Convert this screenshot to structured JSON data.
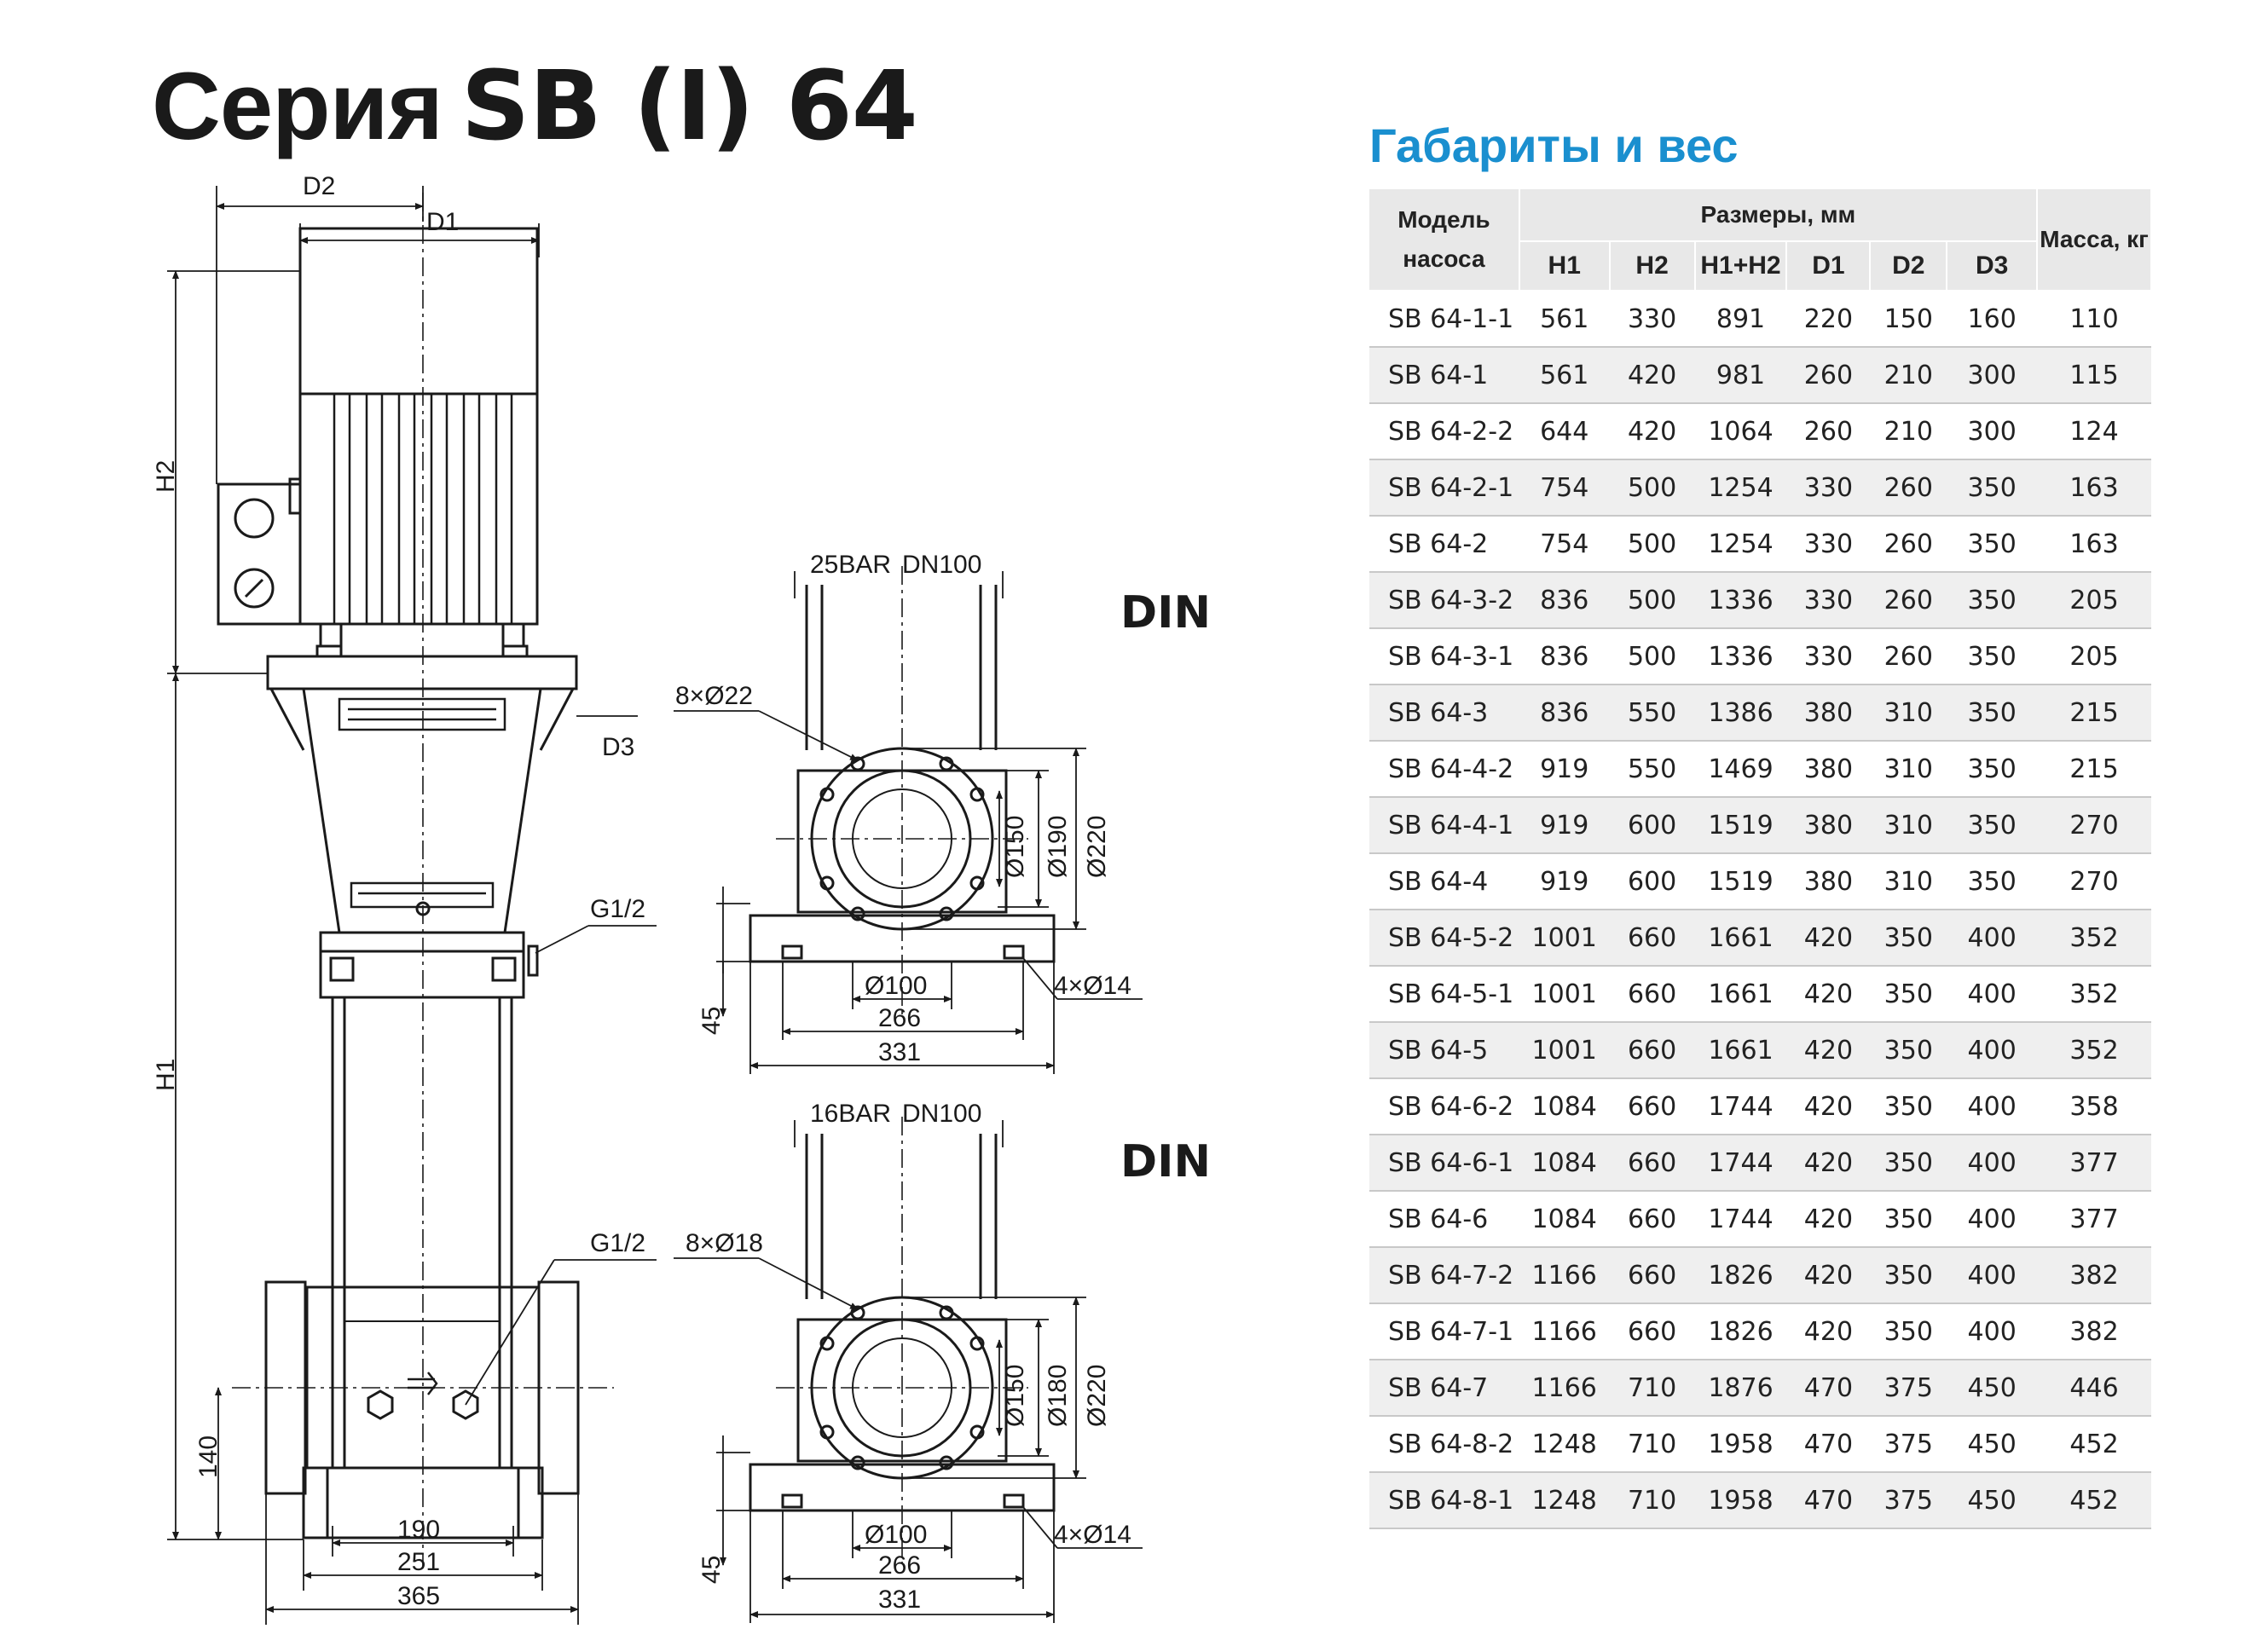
{
  "page": {
    "title_prefix": "Серия",
    "title_model": "SB (I) 64",
    "section_title": "Габариты и вес"
  },
  "drawing": {
    "left_labels": {
      "d2": "D2",
      "d1": "D1",
      "d3": "D3",
      "h2": "H2",
      "h1": "H1",
      "g1": "G1/2",
      "g2": "G1/2",
      "h140": "140",
      "w190": "190",
      "w251": "251",
      "w365": "365"
    },
    "flange_top": {
      "rating": "25BAR",
      "dn": "DN100",
      "standard": "DIN",
      "bolts": "8×Ø22",
      "d150": "Ø150",
      "d_mid": "Ø190",
      "d220": "Ø220",
      "d100": "Ø100",
      "feet": "4×Ø14",
      "h45": "45",
      "w266": "266",
      "w331": "331"
    },
    "flange_bottom": {
      "rating": "16BAR",
      "dn": "DN100",
      "standard": "DIN",
      "bolts": "8×Ø18",
      "d150": "Ø150",
      "d_mid": "Ø180",
      "d220": "Ø220",
      "d100": "Ø100",
      "feet": "4×Ø14",
      "h45": "45",
      "w266": "266",
      "w331": "331"
    }
  },
  "table": {
    "headers": {
      "model": "Модель насоса",
      "dims": "Размеры, мм",
      "mass": "Масса, кг",
      "cols": [
        "H1",
        "H2",
        "H1+H2",
        "D1",
        "D2",
        "D3"
      ]
    },
    "rows": [
      [
        "SB 64-1-1",
        "561",
        "330",
        "891",
        "220",
        "150",
        "160",
        "110"
      ],
      [
        "SB 64-1",
        "561",
        "420",
        "981",
        "260",
        "210",
        "300",
        "115"
      ],
      [
        "SB 64-2-2",
        "644",
        "420",
        "1064",
        "260",
        "210",
        "300",
        "124"
      ],
      [
        "SB 64-2-1",
        "754",
        "500",
        "1254",
        "330",
        "260",
        "350",
        "163"
      ],
      [
        "SB 64-2",
        "754",
        "500",
        "1254",
        "330",
        "260",
        "350",
        "163"
      ],
      [
        "SB 64-3-2",
        "836",
        "500",
        "1336",
        "330",
        "260",
        "350",
        "205"
      ],
      [
        "SB 64-3-1",
        "836",
        "500",
        "1336",
        "330",
        "260",
        "350",
        "205"
      ],
      [
        "SB 64-3",
        "836",
        "550",
        "1386",
        "380",
        "310",
        "350",
        "215"
      ],
      [
        "SB 64-4-2",
        "919",
        "550",
        "1469",
        "380",
        "310",
        "350",
        "215"
      ],
      [
        "SB 64-4-1",
        "919",
        "600",
        "1519",
        "380",
        "310",
        "350",
        "270"
      ],
      [
        "SB 64-4",
        "919",
        "600",
        "1519",
        "380",
        "310",
        "350",
        "270"
      ],
      [
        "SB 64-5-2",
        "1001",
        "660",
        "1661",
        "420",
        "350",
        "400",
        "352"
      ],
      [
        "SB 64-5-1",
        "1001",
        "660",
        "1661",
        "420",
        "350",
        "400",
        "352"
      ],
      [
        "SB 64-5",
        "1001",
        "660",
        "1661",
        "420",
        "350",
        "400",
        "352"
      ],
      [
        "SB 64-6-2",
        "1084",
        "660",
        "1744",
        "420",
        "350",
        "400",
        "358"
      ],
      [
        "SB 64-6-1",
        "1084",
        "660",
        "1744",
        "420",
        "350",
        "400",
        "377"
      ],
      [
        "SB 64-6",
        "1084",
        "660",
        "1744",
        "420",
        "350",
        "400",
        "377"
      ],
      [
        "SB 64-7-2",
        "1166",
        "660",
        "1826",
        "420",
        "350",
        "400",
        "382"
      ],
      [
        "SB 64-7-1",
        "1166",
        "660",
        "1826",
        "420",
        "350",
        "400",
        "382"
      ],
      [
        "SB 64-7",
        "1166",
        "710",
        "1876",
        "470",
        "375",
        "450",
        "446"
      ],
      [
        "SB 64-8-2",
        "1248",
        "710",
        "1958",
        "470",
        "375",
        "450",
        "452"
      ],
      [
        "SB 64-8-1",
        "1248",
        "710",
        "1958",
        "470",
        "375",
        "450",
        "452"
      ]
    ]
  },
  "colors": {
    "accent": "#1a8fcf",
    "header_bg": "#e8e8e8",
    "row_alt_bg": "#efefef"
  }
}
